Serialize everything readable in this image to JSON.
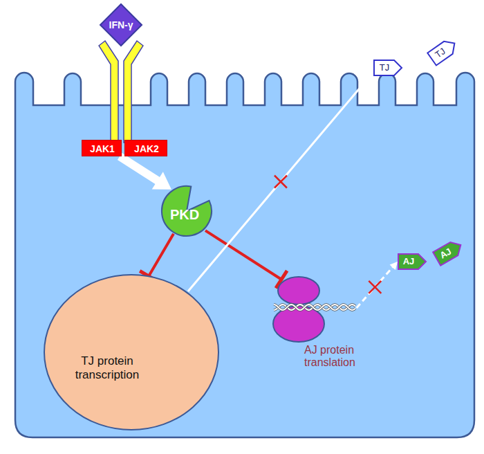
{
  "diagram": {
    "nodes": [
      {
        "text": [
          "IFN-γ"
        ]
      },
      {
        "text": [
          "JAK1"
        ]
      },
      {
        "text": [
          "JAK2"
        ]
      },
      {
        "text": [
          "TJ"
        ]
      },
      {
        "text": [
          "TJ"
        ]
      },
      {
        "text": [
          "PKD"
        ]
      },
      {
        "text": [
          "AJ"
        ]
      },
      {
        "text": [
          "AJ"
        ]
      },
      {
        "text": [
          "TJ protein transcription"
        ]
      },
      {
        "text": [
          "AJ protein translation"
        ]
      }
    ],
    "edges": [
      {
        "from": 1,
        "to": 5,
        "arrow": "to"
      },
      {
        "from": 5,
        "to": 8,
        "arrow": "to"
      },
      {
        "from": 5,
        "to": 9,
        "arrow": "to"
      },
      {
        "from": 8,
        "to": 3,
        "arrow": "to"
      },
      {
        "from": 9,
        "to": 6,
        "arrow": "to"
      }
    ]
  }
}
